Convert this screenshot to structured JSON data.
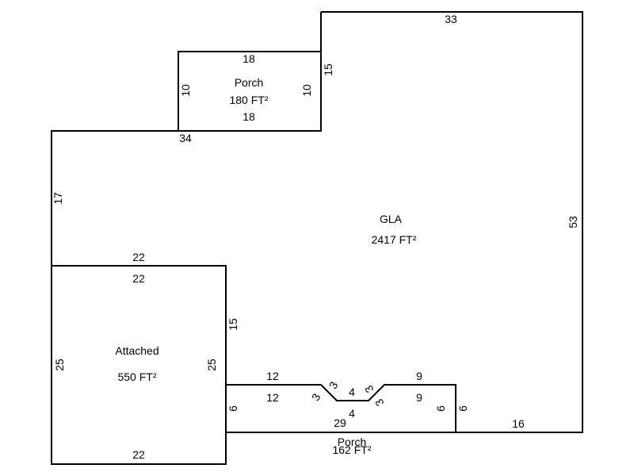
{
  "areas": {
    "gla": {
      "name": "GLA",
      "size": "2417 FT²"
    },
    "porch_top": {
      "name": "Porch",
      "size": "180 FT²"
    },
    "attached": {
      "name": "Attached",
      "size": "550 FT²"
    },
    "porch_bottom": {
      "name": "Porch",
      "size": "162 FT²"
    }
  },
  "dimensions": {
    "gla_top": "33",
    "gla_right": "53",
    "gla_bottom_right": "16",
    "gla_left": "17",
    "gla_top_left": "34",
    "gla_step": "15",
    "gla_attached_top": "22",
    "gla_attached_right": "15",
    "porch_top_top": "18",
    "porch_top_bottom": "18",
    "porch_top_left": "10",
    "porch_top_right": "10",
    "attached_top": "22",
    "attached_bottom": "22",
    "attached_left": "25",
    "attached_right": "25",
    "pb_outer_left12": "12",
    "pb_inner_left12": "12",
    "pb_outer_9": "9",
    "pb_inner_9": "9",
    "pb_diag_a": "3",
    "pb_diag_b": "3",
    "pb_diag_c": "3",
    "pb_diag_d": "3",
    "pb_notch_outer4": "4",
    "pb_notch_inner4": "4",
    "pb_bottom29": "29",
    "pb_left6": "6",
    "pb_right6_in": "6",
    "pb_right6_out": "6"
  }
}
